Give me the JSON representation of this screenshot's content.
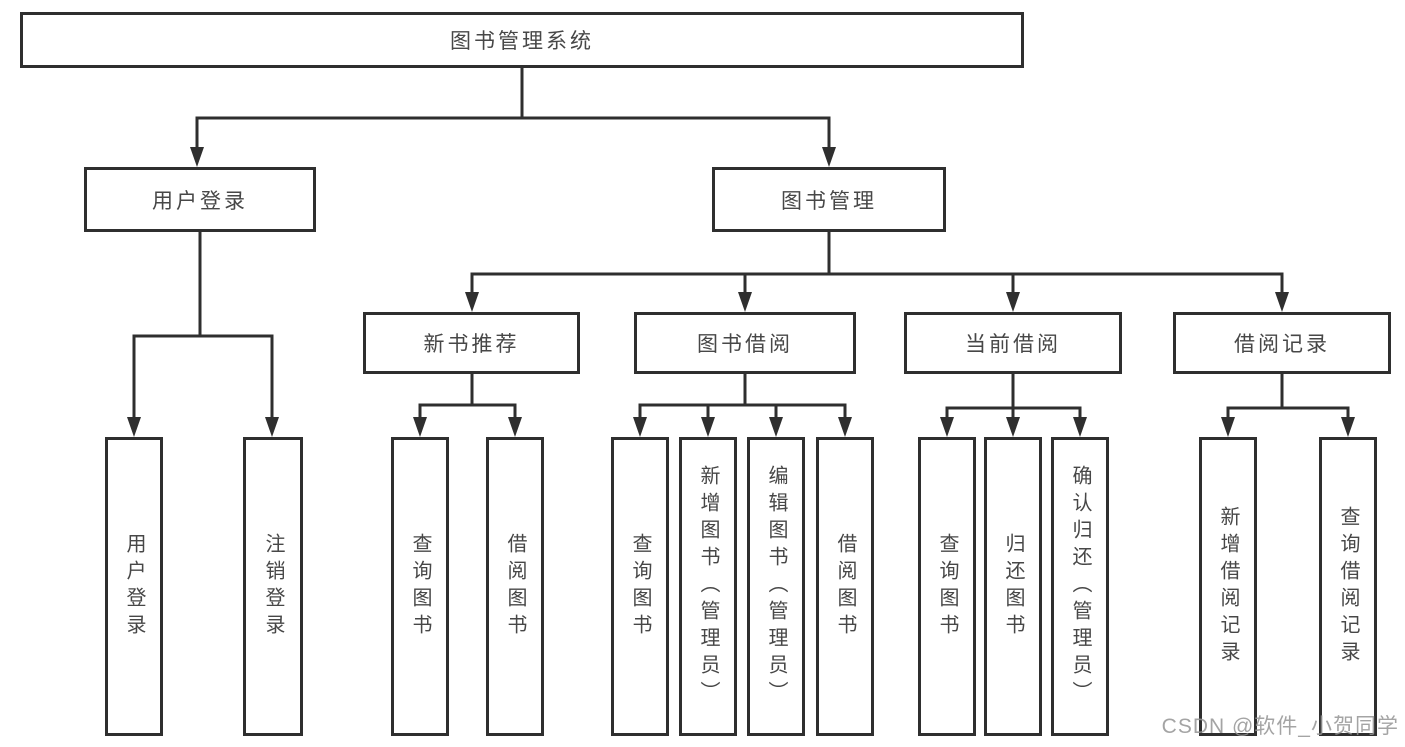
{
  "colors": {
    "line": "#2f2f2f",
    "text": "#474747",
    "background": "#ffffff",
    "watermark": "#949494"
  },
  "watermark": {
    "text": "CSDN @软件_小贺同学"
  },
  "tree": {
    "root": {
      "label": "图书管理系统",
      "children": [
        {
          "label": "用户登录",
          "children": [
            {
              "label": "用户登录"
            },
            {
              "label": "注销登录"
            }
          ]
        },
        {
          "label": "图书管理",
          "children": [
            {
              "label": "新书推荐",
              "children": [
                {
                  "label": "查询图书"
                },
                {
                  "label": "借阅图书"
                }
              ]
            },
            {
              "label": "图书借阅",
              "children": [
                {
                  "label": "查询图书"
                },
                {
                  "label": "新增图书（管理员）"
                },
                {
                  "label": "编辑图书（管理员）"
                },
                {
                  "label": "借阅图书"
                }
              ]
            },
            {
              "label": "当前借阅",
              "children": [
                {
                  "label": "查询图书"
                },
                {
                  "label": "归还图书"
                },
                {
                  "label": "确认归还（管理员）"
                }
              ]
            },
            {
              "label": "借阅记录",
              "children": [
                {
                  "label": "新增借阅记录"
                },
                {
                  "label": "查询借阅记录"
                }
              ]
            }
          ]
        }
      ]
    }
  }
}
